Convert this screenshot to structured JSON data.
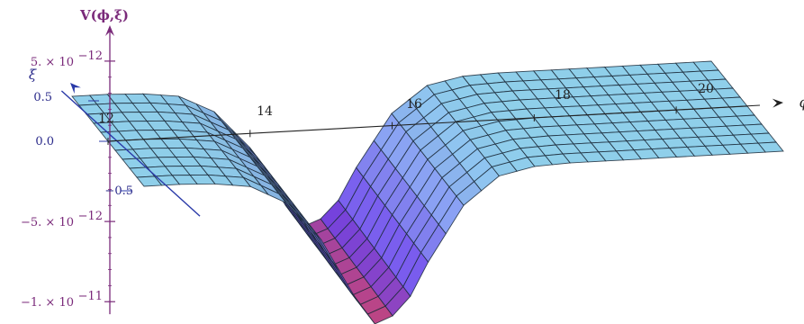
{
  "chart_data": {
    "type": "surface",
    "title": "",
    "z_axis": {
      "label": "V(ϕ,ξ)",
      "ticks": [
        {
          "value": 5e-12,
          "text": "5. × 10"
        },
        {
          "value": -5e-12,
          "text": "−5. × 10"
        },
        {
          "value": -1e-11,
          "text": "−1. × 10"
        }
      ],
      "tick_exponent": "−12",
      "tick_exponent_last": "−11",
      "range": [
        -1.05e-11,
        6e-12
      ]
    },
    "xi_axis": {
      "label": "ξ",
      "ticks": [
        {
          "value": 0.5,
          "text": "0.5"
        },
        {
          "value": 0.0,
          "text": "0.0"
        },
        {
          "value": -0.5,
          "text": "−0.5"
        }
      ],
      "range": [
        -0.5,
        0.5
      ]
    },
    "phi_axis": {
      "label": "ϕ",
      "ticks": [
        {
          "value": 12,
          "text": "12"
        },
        {
          "value": 14,
          "text": "14"
        },
        {
          "value": 16,
          "text": "16"
        },
        {
          "value": 18,
          "text": "18"
        },
        {
          "value": 20,
          "text": "20"
        }
      ],
      "range": [
        12,
        21
      ]
    },
    "surface": {
      "phi": [
        12.0,
        12.5,
        13.0,
        13.5,
        14.0,
        14.5,
        15.0,
        15.3,
        15.6,
        16.0,
        16.5,
        17.0,
        17.5,
        18.0,
        18.5,
        19.0,
        19.5,
        20.0,
        20.5,
        21.0
      ],
      "V_xi0": [
        0,
        0,
        -1e-13,
        -4e-13,
        -1.6e-12,
        -4.2e-12,
        -8.3e-12,
        -1e-11,
        -9.2e-12,
        -6e-12,
        -2.4e-12,
        -6e-13,
        -1e-13,
        0,
        0,
        0,
        0,
        0,
        0,
        0
      ],
      "xi_dependence": "near-zero across ξ; depth of dip nearly uniform along ξ",
      "color_high": "#8fcfea",
      "color_low": "#6a3fd8",
      "color_min": "#c0447a",
      "mesh_color": "#1b2a3a"
    }
  }
}
